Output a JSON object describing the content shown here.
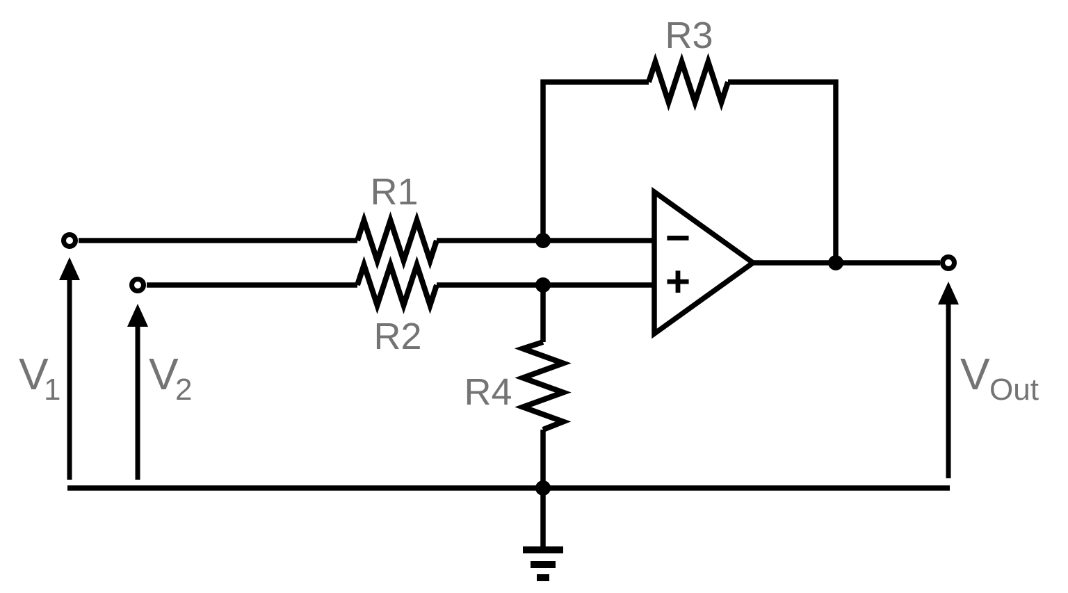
{
  "diagram": {
    "type": "circuit-schematic",
    "description": "Differential amplifier op-amp circuit",
    "colors": {
      "background": "#ffffff",
      "wire": "#000000",
      "label": "#747474"
    },
    "components": {
      "r1": {
        "label": "R1"
      },
      "r2": {
        "label": "R2"
      },
      "r3": {
        "label": "R3"
      },
      "r4": {
        "label": "R4"
      },
      "opamp": {
        "inverting_input": "−",
        "noninverting_input": "+"
      }
    },
    "ports": {
      "v1": {
        "main": "V",
        "sub": "1"
      },
      "v2": {
        "main": "V",
        "sub": "2"
      },
      "vout": {
        "main": "V",
        "sub": "Out"
      }
    }
  }
}
